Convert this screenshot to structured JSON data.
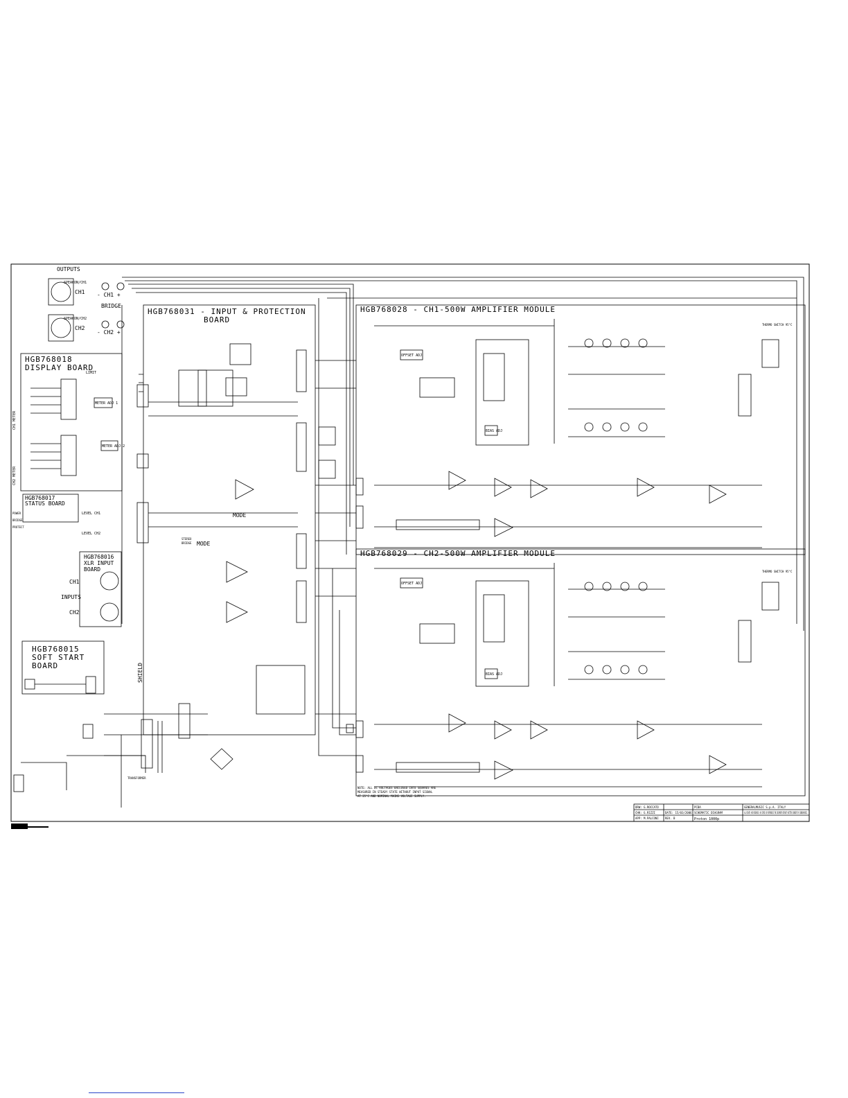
{
  "schematic": {
    "outputs_label": "OUTPUTS",
    "ch1": "CH1",
    "ch2": "CH2",
    "ch1_minus": "- CH1 +",
    "ch2_minus": "- CH2 +",
    "bridge": "BRIDGE",
    "speakon_ch1": "SPEAKON/CH1",
    "speakon_ch2": "SPEAKON/CH2",
    "inputs_label": "INPUTS",
    "level_ch1": "LEVEL CH1",
    "level_ch2": "LEVEL CH2",
    "mode": "MODE",
    "shield": "SHIELD",
    "limit": "LIMIT",
    "power": "POWER",
    "bridge_led": "BRIDGE",
    "protect": "PROTECT",
    "stereo": "STEREO",
    "bridge_sw": "BRIDGE",
    "transformer": "TRANSFORMER"
  },
  "boards": {
    "display": [
      "HGB768018",
      "DISPLAY BOARD"
    ],
    "input_protection": [
      "HGB768031 - INPUT & PROTECTION",
      "BOARD"
    ],
    "status": [
      "HGB768017",
      "STATUS BOARD"
    ],
    "xlr": [
      "HGB768016",
      "XLR INPUT",
      "BOARD"
    ],
    "soft_start": [
      "HGB768015",
      "SOFT START",
      "BOARD"
    ],
    "ch1_amp": "HGB768028 - CH1-500W AMPLIFIER MODULE",
    "ch2_amp": "HGB768029 - CH2-500W AMPLIFIER MODULE"
  },
  "amp_labels": {
    "offset_adj": "OFFSET ADJ",
    "bias_adj": "BIAS ADJ",
    "thermo_switch": "THERMO SWITCH 95°C",
    "ch1_meter": "CH1 METER",
    "ch2_meter": "CH2 METER",
    "meter_adj1": "METER ADJ 1",
    "meter_adj2": "METER ADJ 2"
  },
  "note": [
    "NOTE: ALL DC VOLTAGES ENCLOSED INTO SQUARES ARE",
    "MEASURED IN STEADY STATE WITHOUT INPUT SIGNAL",
    "AT 25°C AND NOMINAL MAINS VOLTAGE SUPPLY."
  ],
  "title_block": {
    "company": "GENERALMUSIC S.p.A. ITALY",
    "rights": "ALL RIGHTS ARE RESERVED. NO COPIES OR REPRODUCE THE DOCUMENT WITHOUT WRITTEN CONSENT BY GENERALMUSIC.",
    "drawing": "SCHEMATIC DIAGRAM",
    "model": "Proton 1000p",
    "rev": "REV. B",
    "doc": "PCBA",
    "dwn": "DRW: G.ROCCATO",
    "chk": "CHK: G.RIZZI",
    "app": "APP: M.PALCONI",
    "date": "DATE: 15/03/2006"
  },
  "colors": {
    "line": "#000000",
    "link": "#2a44c8"
  }
}
